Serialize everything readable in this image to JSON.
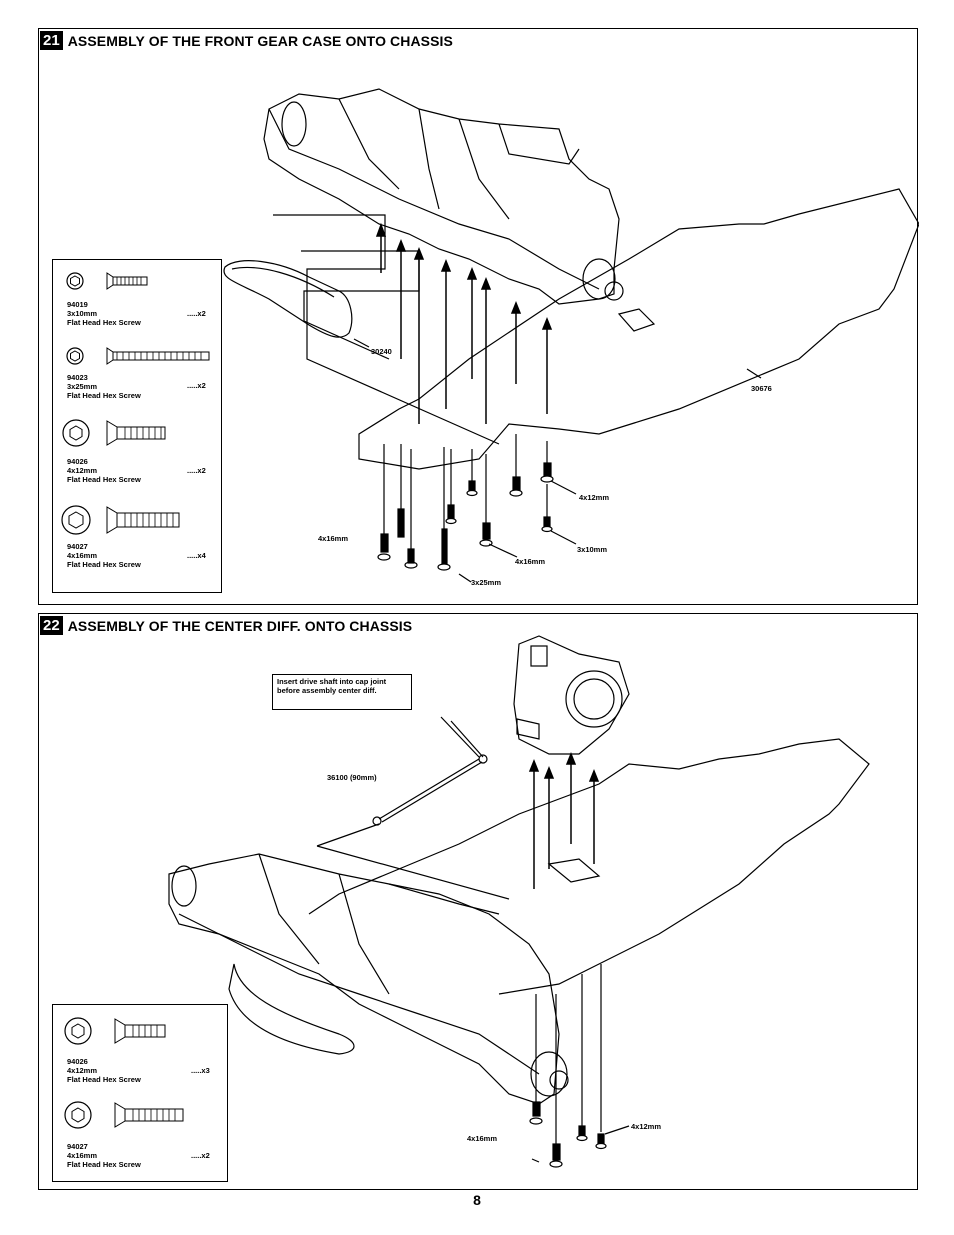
{
  "steps": [
    {
      "number": "21",
      "title": "ASSEMBLY OF THE FRONT GEAR CASE ONTO CHASSIS",
      "parts": [
        {
          "code": "94019",
          "size": "3x10mm",
          "name": "Flat Head Hex Screw",
          "qty": ".....x2",
          "icon": "flat-head-hex-screw-icon"
        },
        {
          "code": "94023",
          "size": "3x25mm",
          "name": "Flat Head Hex Screw",
          "qty": ".....x2",
          "icon": "flat-head-hex-screw-icon"
        },
        {
          "code": "94026",
          "size": "4x12mm",
          "name": "Flat Head Hex Screw",
          "qty": ".....x2",
          "icon": "flat-head-hex-screw-icon"
        },
        {
          "code": "94027",
          "size": "4x16mm",
          "name": "Flat Head Hex Screw",
          "qty": ".....x4",
          "icon": "flat-head-hex-screw-icon"
        }
      ],
      "labels": {
        "guard_part": "30240",
        "chassis_part": "30676",
        "screw_4x12": "4x12mm",
        "screw_3x10": "3x10mm",
        "screw_4x16_a": "4x16mm",
        "screw_4x16_b": "4x16mm",
        "screw_3x25": "3x25mm"
      }
    },
    {
      "number": "22",
      "title": "ASSEMBLY OF THE CENTER DIFF. ONTO CHASSIS",
      "callout": "Insert drive shaft into cap joint before assembly center diff.",
      "parts": [
        {
          "code": "94026",
          "size": "4x12mm",
          "name": "Flat Head Hex Screw",
          "qty": ".....x3",
          "icon": "flat-head-hex-screw-icon"
        },
        {
          "code": "94027",
          "size": "4x16mm",
          "name": "Flat Head Hex Screw",
          "qty": ".....x2",
          "icon": "flat-head-hex-screw-icon"
        }
      ],
      "labels": {
        "drive_shaft": "36100 (90mm)",
        "screw_4x16": "4x16mm",
        "screw_4x12": "4x12mm"
      }
    }
  ],
  "page_number": "8"
}
